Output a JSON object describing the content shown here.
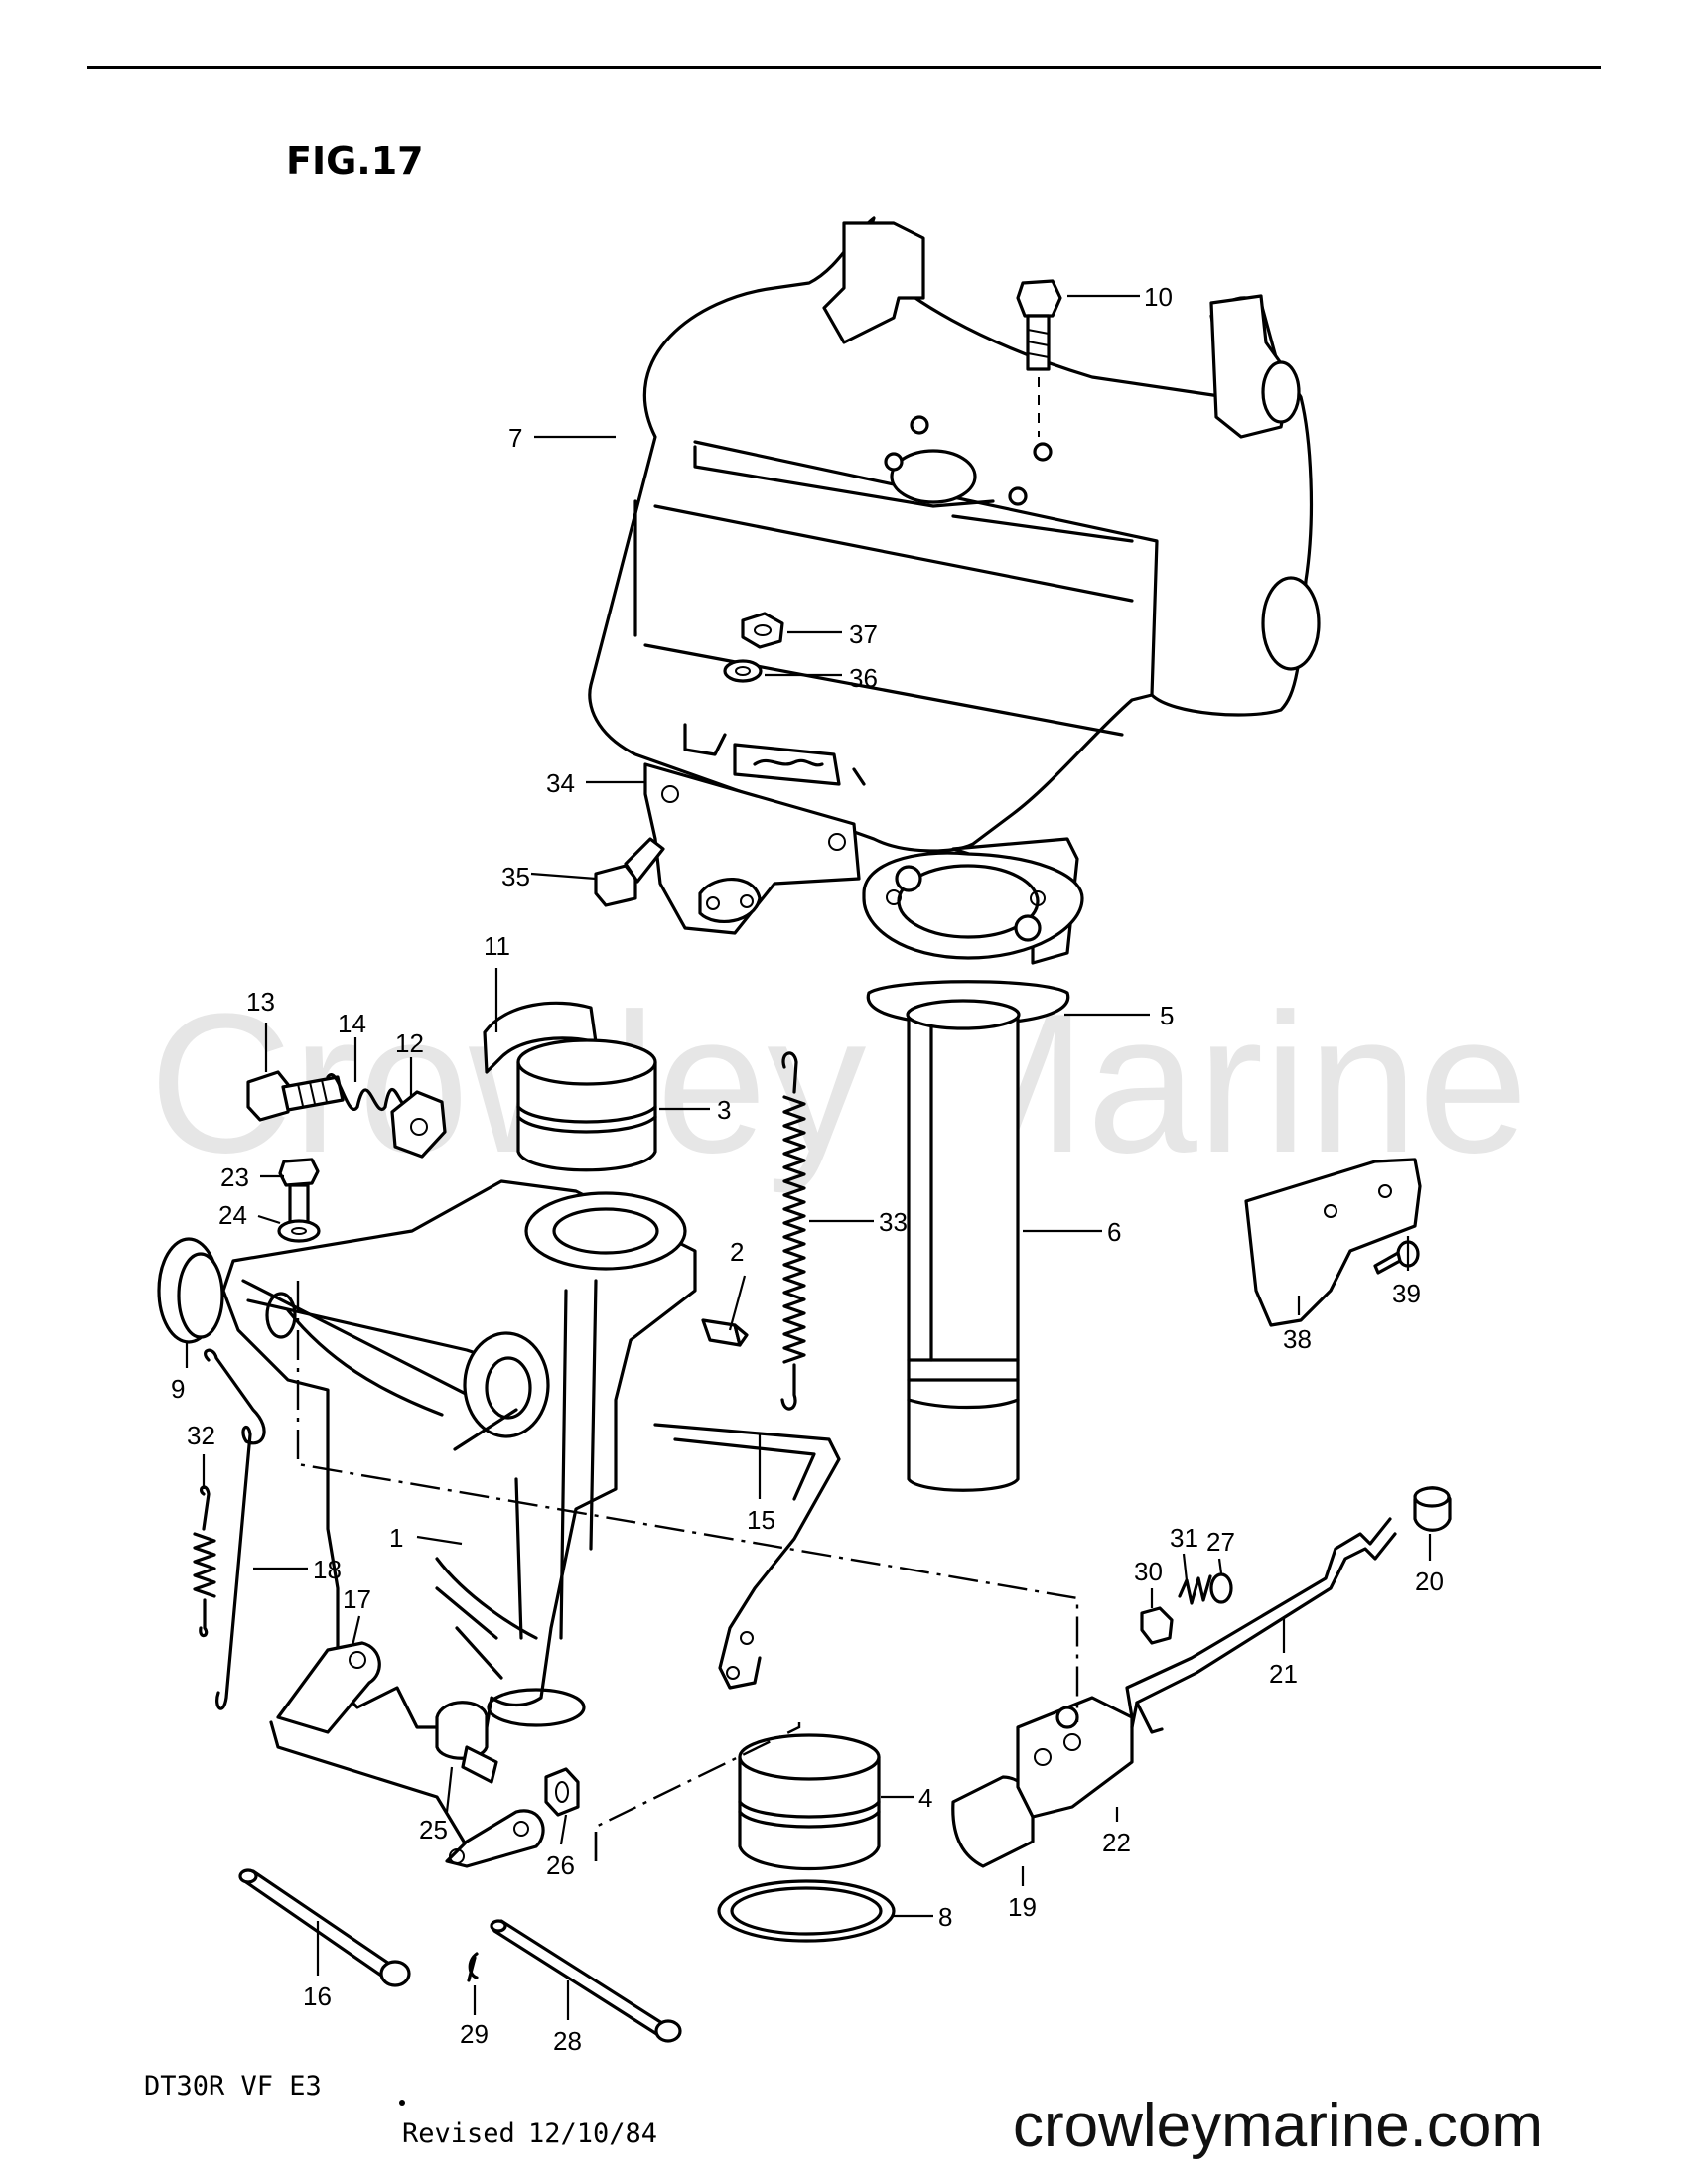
{
  "figure_title": "FIG.17",
  "watermark": "Crowley Marine",
  "model_code": "DT30R VF E3",
  "revision_label": "Revised",
  "revision_date": "12/10/84",
  "site_url": "crowleymarine.com",
  "callouts": {
    "c1": "1",
    "c2": "2",
    "c3": "3",
    "c4": "4",
    "c5": "5",
    "c6": "6",
    "c7": "7",
    "c8": "8",
    "c9": "9",
    "c10": "10",
    "c11": "11",
    "c12": "12",
    "c13": "13",
    "c14": "14",
    "c15": "15",
    "c16": "16",
    "c17": "17",
    "c18": "18",
    "c19": "19",
    "c20": "20",
    "c21": "21",
    "c22": "22",
    "c23": "23",
    "c24": "24",
    "c25": "25",
    "c26": "26",
    "c27": "27",
    "c28": "28",
    "c29": "29",
    "c30": "30",
    "c31": "31",
    "c32": "32",
    "c33": "33",
    "c34": "34",
    "c35": "35",
    "c36": "36",
    "c37": "37",
    "c38": "38",
    "c39": "39"
  }
}
